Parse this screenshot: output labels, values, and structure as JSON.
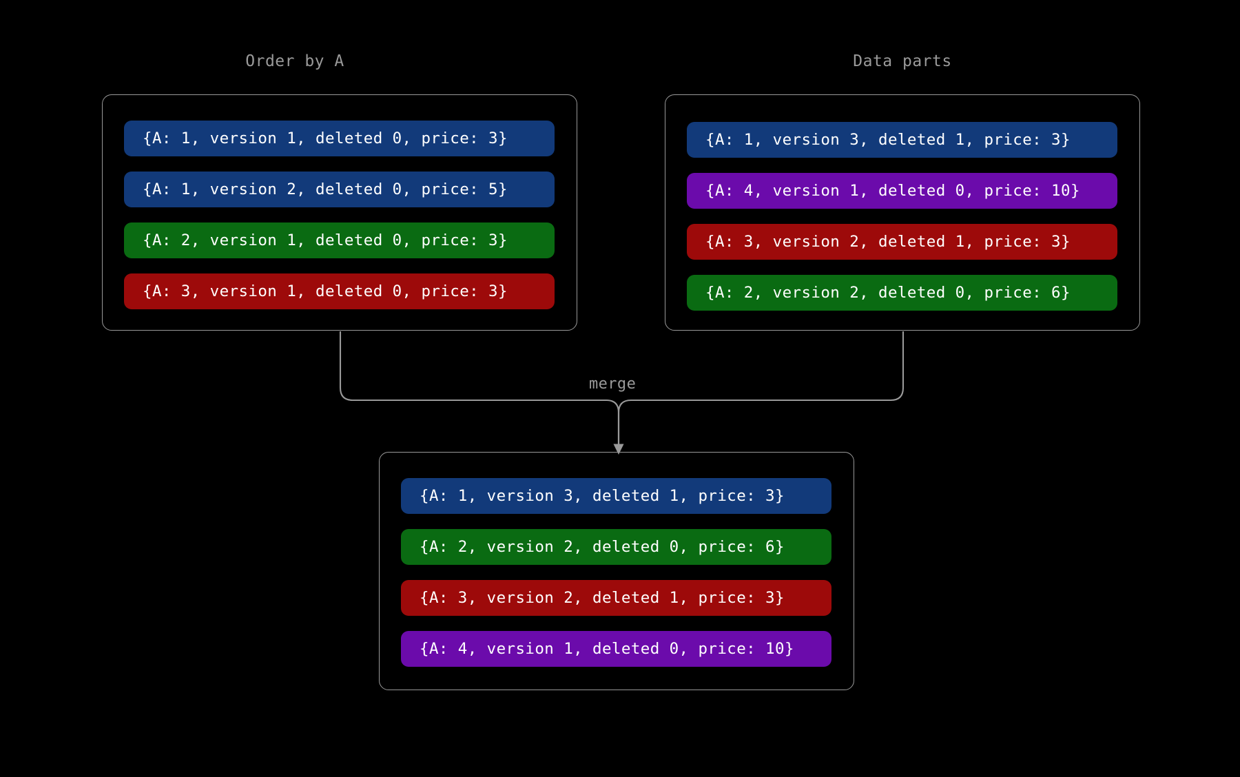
{
  "background_color": "#000000",
  "palette": {
    "blue": "#123a7a",
    "green": "#0a6b12",
    "red": "#9d0a0a",
    "purple": "#6b0bab",
    "line": "#9a9a9a",
    "text": "#ffffff"
  },
  "panels": {
    "left": {
      "title": "Order by A",
      "rows": [
        {
          "label": "{A: 1, version 1, deleted 0, price: 3}",
          "color": "blue"
        },
        {
          "label": "{A: 1, version 2, deleted 0, price: 5}",
          "color": "blue"
        },
        {
          "label": "{A: 2, version 1, deleted 0, price: 3}",
          "color": "green"
        },
        {
          "label": "{A: 3, version 1, deleted 0, price: 3}",
          "color": "red"
        }
      ]
    },
    "right": {
      "title": "Data parts",
      "rows": [
        {
          "label": "{A: 1, version 3, deleted 1, price: 3}",
          "color": "blue"
        },
        {
          "label": "{A: 4, version 1, deleted 0, price: 10}",
          "color": "purple"
        },
        {
          "label": "{A: 3, version 2, deleted 1, price: 3}",
          "color": "red"
        },
        {
          "label": "{A: 2, version 2, deleted 0, price: 6}",
          "color": "green"
        }
      ]
    },
    "result": {
      "title": "",
      "rows": [
        {
          "label": "{A: 1, version 3, deleted 1, price: 3}",
          "color": "blue"
        },
        {
          "label": "{A: 2, version 2, deleted 0, price: 6}",
          "color": "green"
        },
        {
          "label": "{A: 3, version 2, deleted 1, price: 3}",
          "color": "red"
        },
        {
          "label": "{A: 4, version 1, deleted 0, price: 10}",
          "color": "purple"
        }
      ]
    }
  },
  "connector": {
    "label": "merge"
  }
}
